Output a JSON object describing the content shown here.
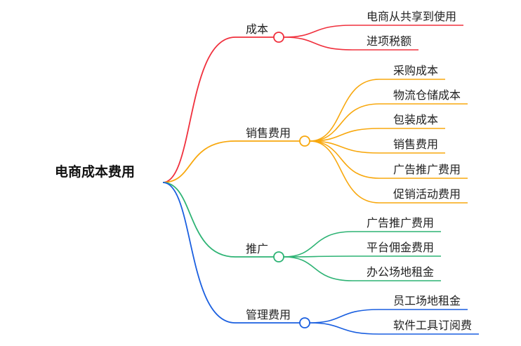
{
  "root": {
    "label": "电商成本费用"
  },
  "branches": [
    {
      "label": "成本",
      "color": "#f0303d",
      "children": [
        "电商从共享到使用",
        "进项税额"
      ]
    },
    {
      "label": "销售费用",
      "color": "#f8a80e",
      "children": [
        "采购成本",
        "物流仓储成本",
        "包装成本",
        "销售费用",
        "广告推广费用",
        "促销活动费用"
      ]
    },
    {
      "label": "推广",
      "color": "#2db374",
      "children": [
        "广告推广费用",
        "平台佣金费用",
        "办公场地租金"
      ]
    },
    {
      "label": "管理费用",
      "color": "#1a5fe0",
      "children": [
        "员工场地租金",
        "软件工具订阅费"
      ]
    }
  ]
}
